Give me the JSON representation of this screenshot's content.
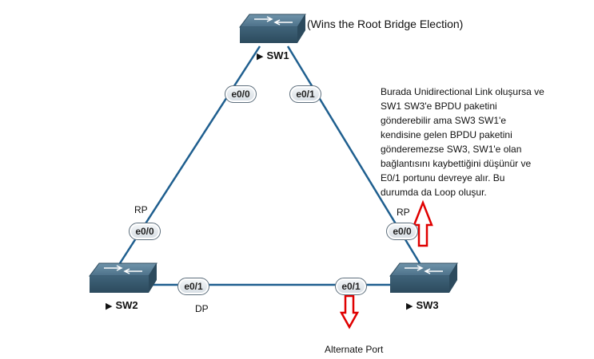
{
  "switches": {
    "sw1": {
      "label": "SW1"
    },
    "sw2": {
      "label": "SW2"
    },
    "sw3": {
      "label": "SW3"
    }
  },
  "root_bridge_note": "(Wins the Root Bridge Election)",
  "ports": {
    "sw1_e00": "e0/0",
    "sw1_e01": "e0/1",
    "sw2_e00": "e0/0",
    "sw2_e01": "e0/1",
    "sw3_e00": "e0/0",
    "sw3_e01": "e0/1"
  },
  "roles": {
    "sw2_rp": "RP",
    "sw3_rp": "RP",
    "sw2_dp": "DP",
    "alternate_port": "Alternate Port"
  },
  "explanation": "Burada Unidirectional Link oluşursa ve\nSW1 SW3'e  BPDU paketini\ngönderebilir ama SW3 SW1'e\nkendisine gelen BPDU paketini\ngönderemezse SW3, SW1'e olan\nbağlantısını kaybettiğini düşünür ve\nE0/1 portunu devreye alır. Bu\ndurumda da Loop oluşur.",
  "colors": {
    "link": "#1f5f8f",
    "arrow": "#e00000",
    "switch": "#3d6279"
  }
}
